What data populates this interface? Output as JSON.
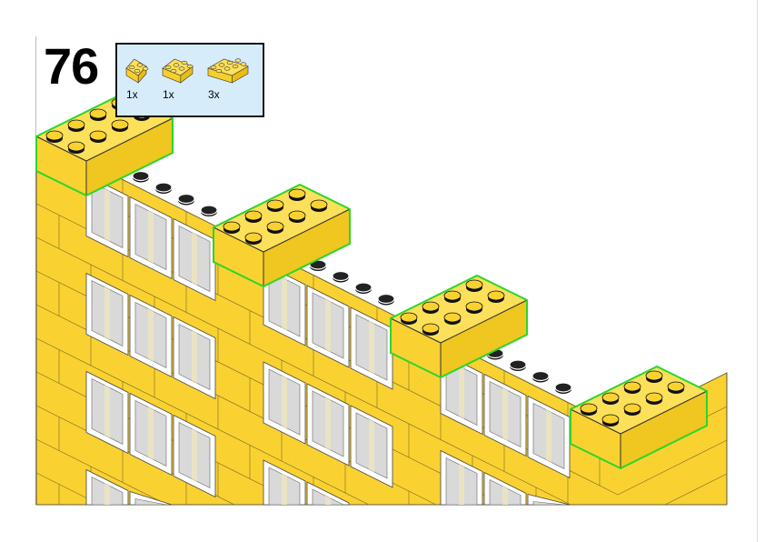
{
  "step_number": "76",
  "parts_list": [
    {
      "part": "brick-2x2-yellow",
      "quantity": "1x"
    },
    {
      "part": "brick-2x3-yellow",
      "quantity": "1x"
    },
    {
      "part": "brick-2x4-yellow",
      "quantity": "3x"
    }
  ],
  "colors": {
    "brick": "#f9d232",
    "highlight": "#2bd62b",
    "window": "#ffffff",
    "parts_bg": "#d6ecfa"
  }
}
